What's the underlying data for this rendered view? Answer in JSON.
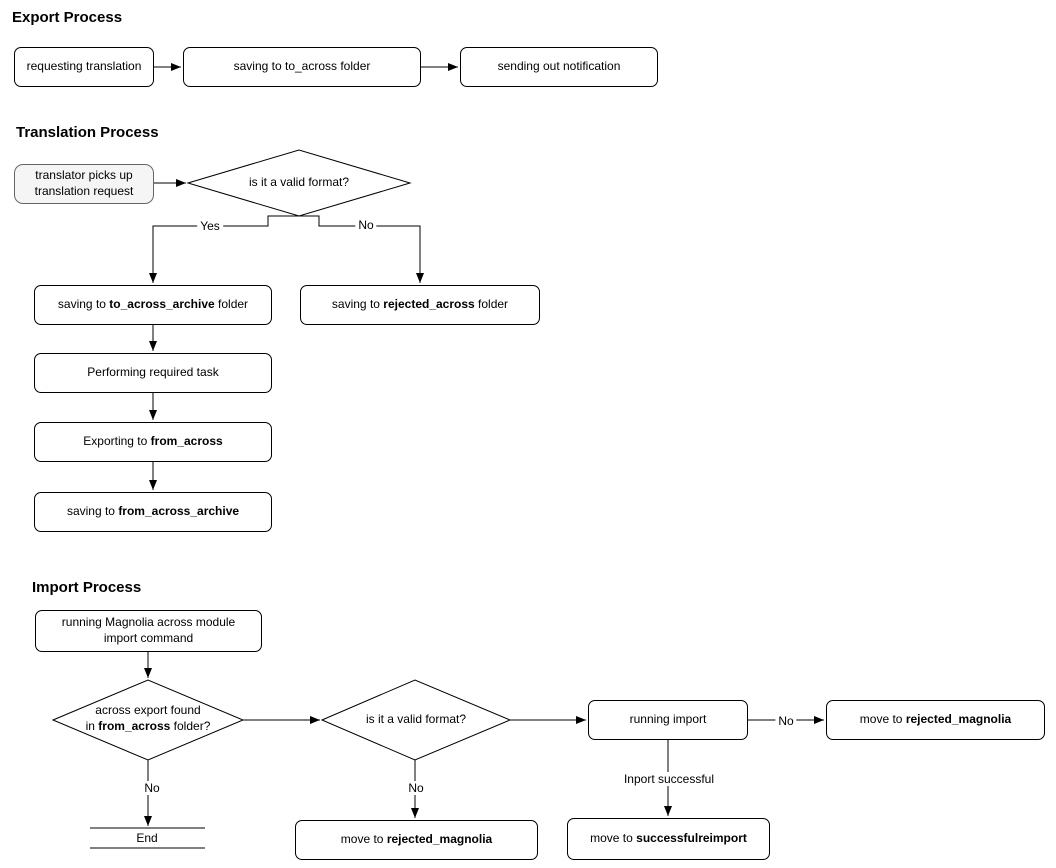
{
  "colors": {
    "border": "#000000",
    "text": "#000000",
    "alt_border": "#666666",
    "alt_fill": "#f5f5f5",
    "background": "#ffffff"
  },
  "titles": {
    "export": "Export Process",
    "translation": "Translation Process",
    "import": "Import Process"
  },
  "nodes": {
    "requesting_translation": [
      {
        "t": "requesting translation"
      }
    ],
    "saving_to_across": [
      {
        "t": "saving to to_across folder"
      }
    ],
    "sending_notification": [
      {
        "t": "sending out notification"
      }
    ],
    "translator_pickup": [
      {
        "t": "translator picks up"
      },
      {
        "br": true
      },
      {
        "t": "translation request"
      }
    ],
    "valid_format_1": [
      {
        "t": "is it a valid format?"
      }
    ],
    "to_across_archive": [
      {
        "t": "saving to "
      },
      {
        "t": "to_across_archive",
        "b": true
      },
      {
        "t": " folder"
      }
    ],
    "rejected_across": [
      {
        "t": "saving to "
      },
      {
        "t": "rejected_across",
        "b": true
      },
      {
        "t": " folder"
      }
    ],
    "performing_task": [
      {
        "t": "Performing required task"
      }
    ],
    "exporting_from_across": [
      {
        "t": "Exporting to "
      },
      {
        "t": "from_across",
        "b": true
      }
    ],
    "from_across_archive": [
      {
        "t": "saving to "
      },
      {
        "t": "from_across_archive",
        "b": true
      }
    ],
    "import_command": [
      {
        "t": "running Magnolia across module"
      },
      {
        "br": true
      },
      {
        "t": "import command"
      }
    ],
    "across_export_found": [
      {
        "t": "across export found"
      },
      {
        "br": true
      },
      {
        "t": "in "
      },
      {
        "t": "from_across",
        "b": true
      },
      {
        "t": " folder?"
      }
    ],
    "valid_format_2": [
      {
        "t": "is it a valid format?"
      }
    ],
    "running_import": [
      {
        "t": "running import"
      }
    ],
    "rejected_magnolia_right": [
      {
        "t": "move to "
      },
      {
        "t": "rejected_magnolia",
        "b": true
      }
    ],
    "rejected_magnolia_bottom": [
      {
        "t": "move to "
      },
      {
        "t": "rejected_magnolia",
        "b": true
      }
    ],
    "successful_reimport": [
      {
        "t": "move to "
      },
      {
        "t": "successfulreimport",
        "b": true
      }
    ],
    "end": [
      {
        "t": "End"
      }
    ]
  },
  "edge_labels": {
    "translation_yes": "Yes",
    "translation_no": "No",
    "across_export_no": "No",
    "valid_format_2_no": "No",
    "running_import_no": "No",
    "import_successful": "Inport successful"
  }
}
